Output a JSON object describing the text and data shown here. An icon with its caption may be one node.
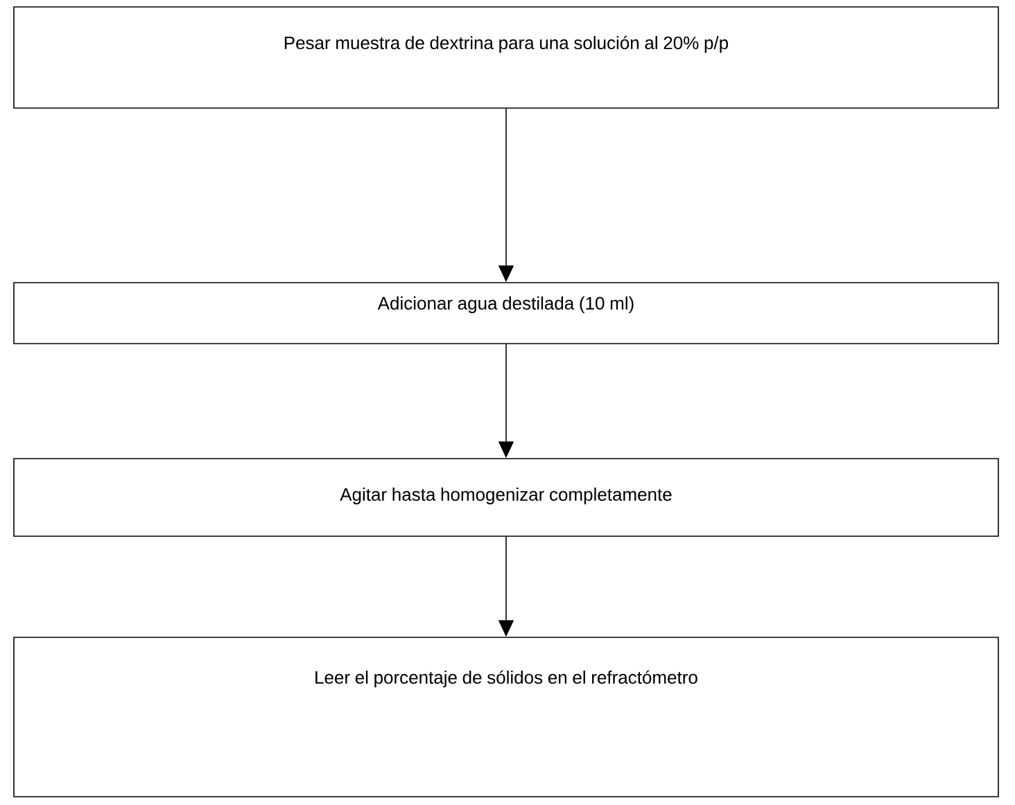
{
  "diagram": {
    "nodes": [
      {
        "text": [
          "Pesar muestra de dextrina para una solución al 20% p/p"
        ]
      },
      {
        "text": [
          "Adicionar agua destilada (10 ml)"
        ]
      },
      {
        "text": [
          "Agitar hasta homogenizar completamente"
        ]
      },
      {
        "text": [
          "Leer el porcentaje de sólidos en el refractómetro"
        ]
      }
    ],
    "edges": [
      {
        "from": 0,
        "to": 1,
        "arrow": "to"
      },
      {
        "from": 1,
        "to": 2,
        "arrow": "to"
      },
      {
        "from": 2,
        "to": 3,
        "arrow": "to"
      }
    ]
  }
}
